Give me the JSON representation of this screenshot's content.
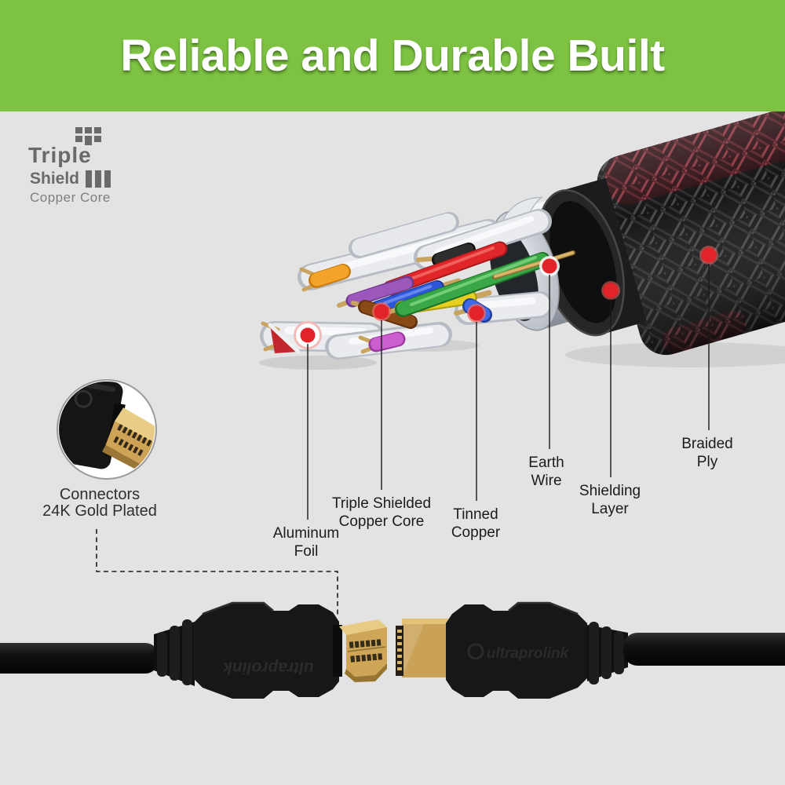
{
  "banner": {
    "title": "Reliable and Durable Built"
  },
  "logo": {
    "title": "Triple",
    "subtitle": "Shield",
    "tagline": "Copper Core"
  },
  "callouts": [
    {
      "id": "aluminum-foil",
      "line1": "Aluminum",
      "line2": "Foil"
    },
    {
      "id": "triple-shielded-copper-core",
      "line1": "Triple Shielded",
      "line2": "Copper Core"
    },
    {
      "id": "tinned-copper",
      "line1": "Tinned",
      "line2": "Copper"
    },
    {
      "id": "earth-wire",
      "line1": "Earth",
      "line2": "Wire"
    },
    {
      "id": "shielding-layer",
      "line1": "Shielding",
      "line2": "Layer"
    },
    {
      "id": "braided-ply",
      "line1": "Braided",
      "line2": "Ply"
    }
  ],
  "connector_note": {
    "line1": "Connectors",
    "line2": "24K Gold Plated"
  },
  "brand": "ultraprolink",
  "colors": {
    "banner_green": "#7dc242",
    "background": "#e4e3e3",
    "marker_red": "#e3232a",
    "gold": "#cfa558",
    "label_text": "#1b1b1b"
  }
}
